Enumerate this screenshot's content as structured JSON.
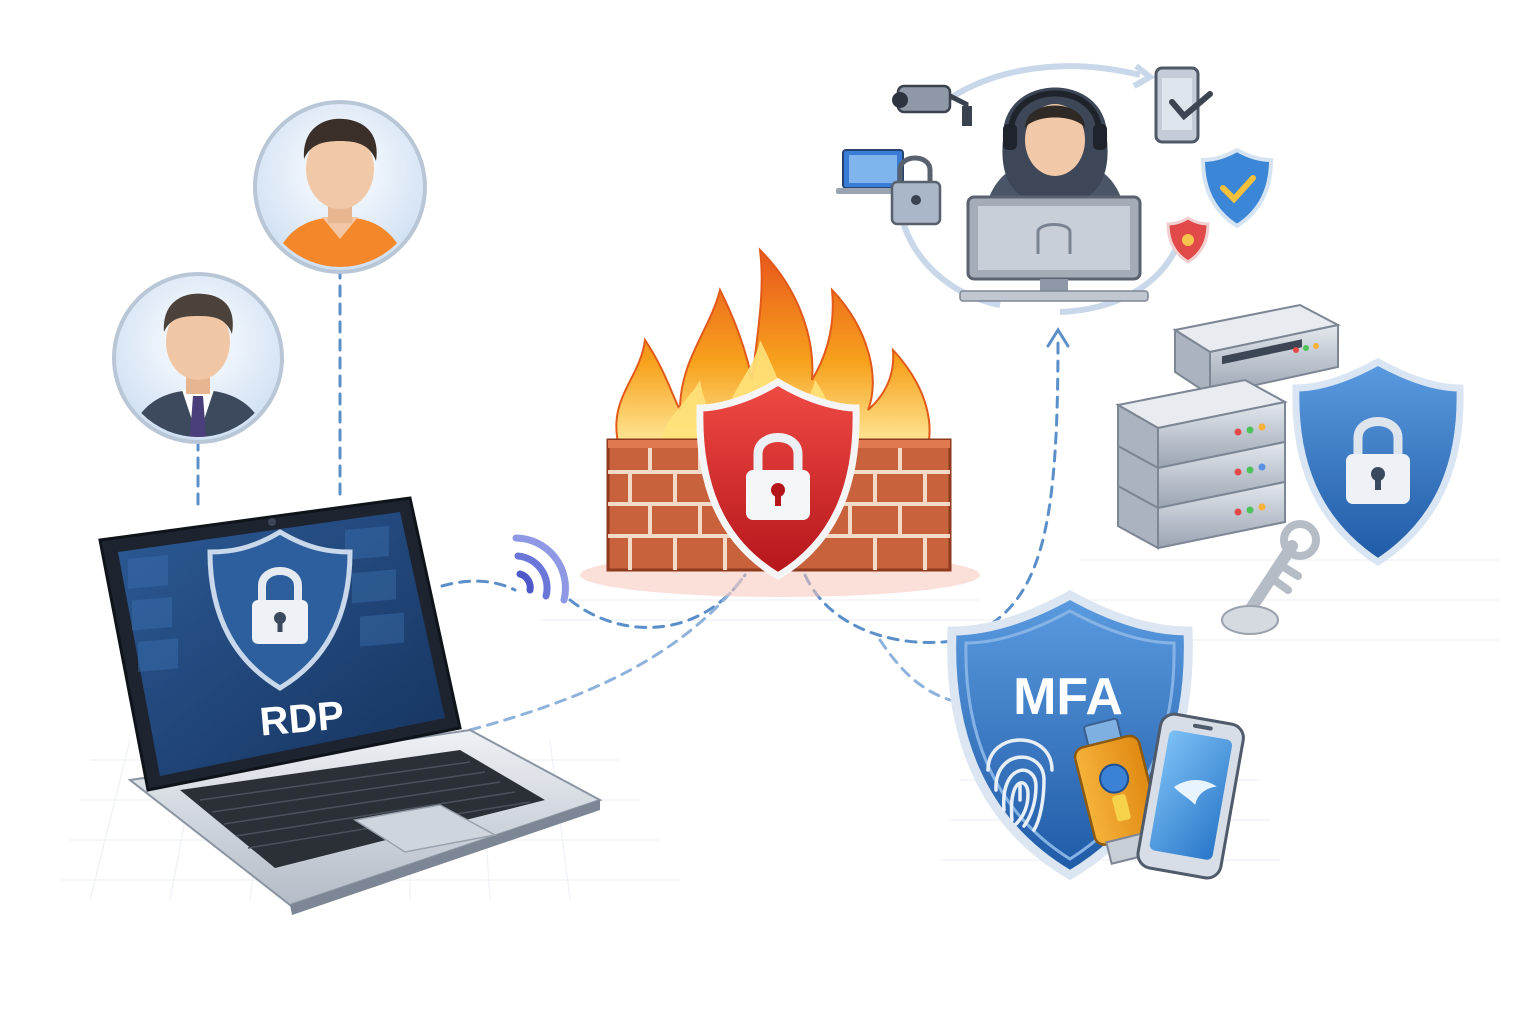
{
  "labels": {
    "rdp": "RDP",
    "mfa": "MFA"
  },
  "colors": {
    "accent_blue": "#2f6fc0",
    "dark_blue": "#1e4f8f",
    "firewall_red": "#d9282a",
    "brick": "#c8623c",
    "flame_orange": "#f7941d",
    "connector": "#5b8fc9"
  },
  "icons": [
    "user-avatar-casual",
    "user-avatar-business",
    "laptop-icon",
    "wifi-signal-icon",
    "firewall-icon",
    "padlock-icon",
    "security-analyst-icon",
    "cctv-camera-icon",
    "smartphone-check-icon",
    "server-rack-icon",
    "key-icon",
    "fingerprint-icon",
    "usb-security-key-icon"
  ]
}
